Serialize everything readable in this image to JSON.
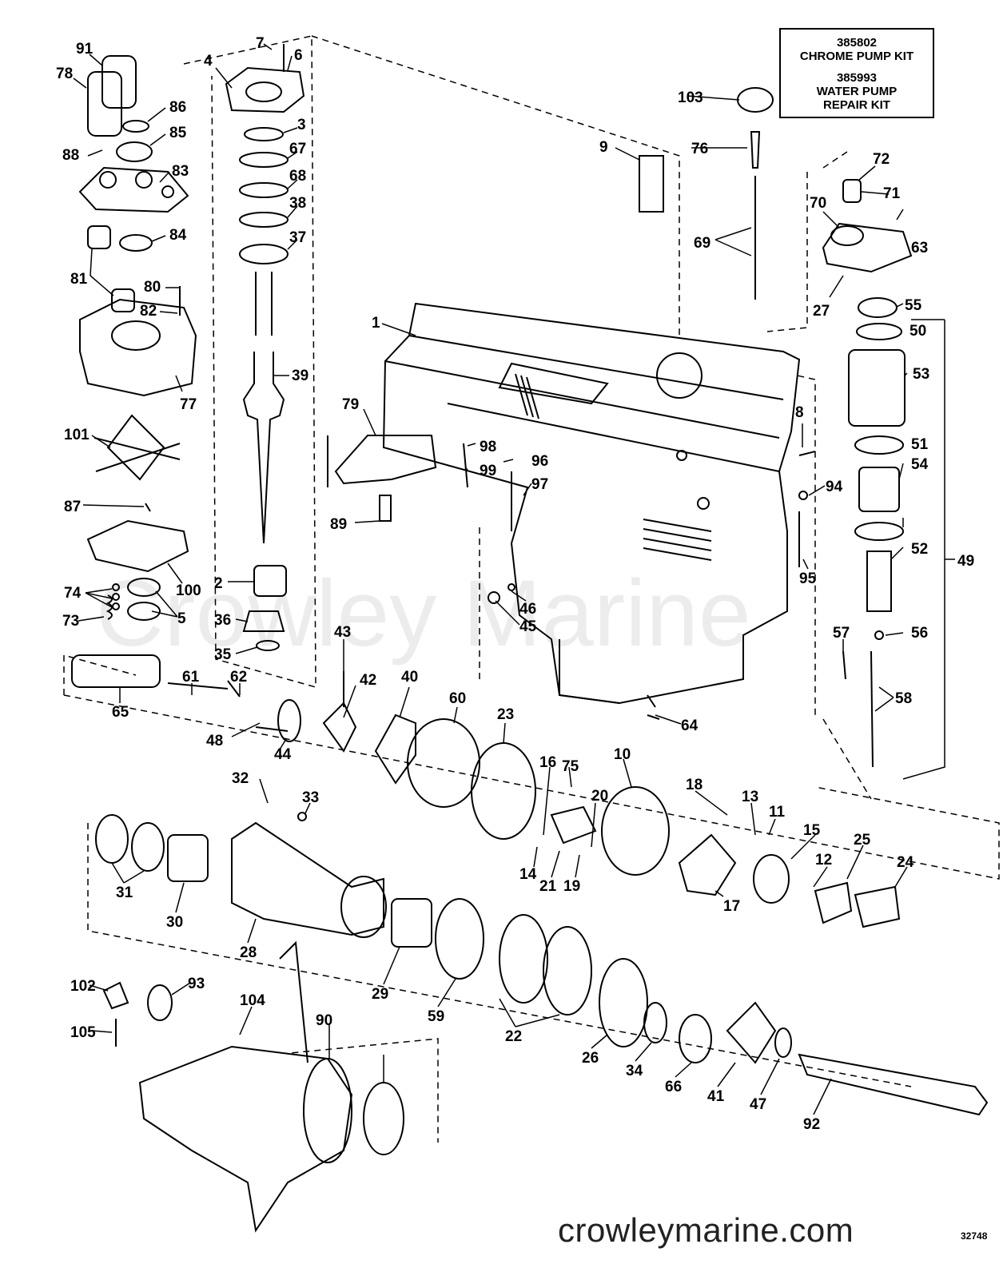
{
  "kit_box": {
    "line1": "385802",
    "line2": "CHROME PUMP KIT",
    "line3": "385993",
    "line4": "WATER PUMP",
    "line5": "REPAIR KIT"
  },
  "watermark": "Crowley Marine",
  "website": "crowleymarine.com",
  "figure_number": "32748",
  "callouts": [
    "91",
    "78",
    "86",
    "85",
    "88",
    "83",
    "84",
    "81",
    "80",
    "82",
    "77",
    "101",
    "87",
    "100",
    "74",
    "73",
    "5",
    "65",
    "7",
    "6",
    "4",
    "3",
    "67",
    "68",
    "38",
    "37",
    "39",
    "2",
    "36",
    "35",
    "61",
    "62",
    "48",
    "44",
    "43",
    "42",
    "40",
    "60",
    "23",
    "9",
    "103",
    "76",
    "69",
    "72",
    "71",
    "70",
    "63",
    "27",
    "55",
    "50",
    "53",
    "8",
    "51",
    "54",
    "94",
    "95",
    "52",
    "56",
    "57",
    "58",
    "49",
    "1",
    "79",
    "98",
    "96",
    "99",
    "97",
    "89",
    "46",
    "45",
    "64",
    "10",
    "75",
    "16",
    "20",
    "14",
    "21",
    "19",
    "18",
    "13",
    "11",
    "15",
    "12",
    "25",
    "24",
    "17",
    "32",
    "33",
    "31",
    "30",
    "28",
    "29",
    "59",
    "22",
    "26",
    "34",
    "66",
    "41",
    "47",
    "92",
    "102",
    "93",
    "105",
    "104",
    "90"
  ]
}
